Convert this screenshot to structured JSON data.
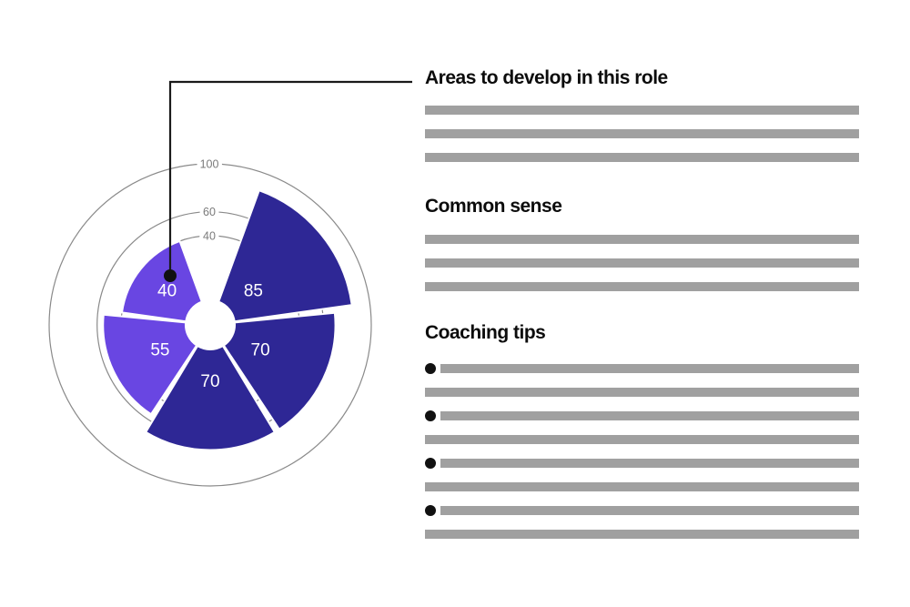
{
  "page": {
    "background": "#ffffff"
  },
  "chart_data": {
    "type": "polar-bar",
    "scale_max": 100,
    "ring_ticks": [
      40,
      60,
      100
    ],
    "segments": [
      {
        "value": 85,
        "label": "85",
        "color": "#2e2795"
      },
      {
        "value": 70,
        "label": "70",
        "color": "#2e2795"
      },
      {
        "value": 70,
        "label": "70",
        "color": "#2e2795"
      },
      {
        "value": 55,
        "label": "55",
        "color": "#6946e2"
      },
      {
        "value": 40,
        "label": "40",
        "color": "#6946e2",
        "callout": true
      }
    ],
    "layout": {
      "start_angle_deg": 20,
      "segment_span_deg": 62,
      "segment_gap_deg": 2.5,
      "grid": "circular",
      "legend": "none"
    },
    "value_label_color": "#ffffff",
    "ring_color": "#8a8a8a",
    "ring_label_color": "#7a7a7a"
  },
  "callout": {
    "line_color": "#1a1a1a",
    "dot_color": "#111111"
  },
  "sections": {
    "areas": {
      "title": "Areas to develop in this role",
      "placeholder_lines": 3
    },
    "common_sense": {
      "title": "Common sense",
      "placeholder_lines": 3
    },
    "coaching": {
      "title": "Coaching tips",
      "bullet_items": 4,
      "lines_per_item": 2
    }
  },
  "placeholder": {
    "bar_color": "#a0a0a0",
    "bullet_color": "#111111"
  }
}
